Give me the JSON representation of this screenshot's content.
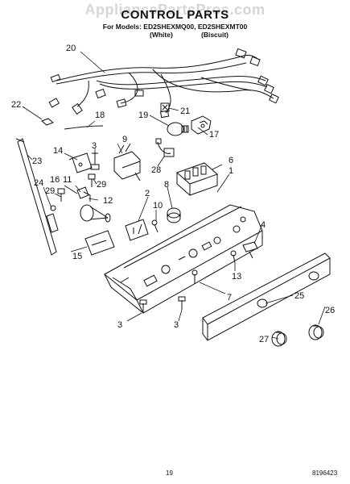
{
  "watermark": "AppliancePartsPros.com",
  "title": "CONTROL PARTS",
  "models_line": "For Models: ED2SHEXMQ00, ED2SHEXMT00",
  "variant_white": "(White)",
  "variant_biscuit": "(Biscuit)",
  "page_number": "19",
  "document_number": "8196423",
  "callouts": [
    "20",
    "22",
    "18",
    "21",
    "19",
    "17",
    "14",
    "3",
    "9",
    "28",
    "23",
    "6",
    "1",
    "29",
    "16",
    "11",
    "12",
    "8",
    "24",
    "29",
    "2",
    "10",
    "4",
    "15",
    "13",
    "7",
    "25",
    "3",
    "3",
    "26",
    "27"
  ]
}
